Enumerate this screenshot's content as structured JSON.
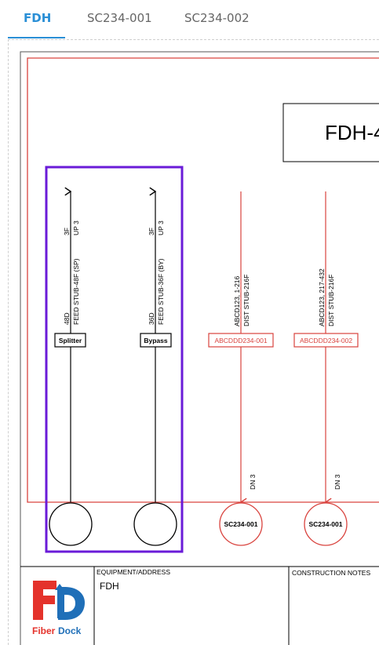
{
  "tabs": [
    {
      "label": "FDH",
      "active": true
    },
    {
      "label": "SC234-001",
      "active": false
    },
    {
      "label": "SC234-002",
      "active": false
    }
  ],
  "diagram": {
    "title_partial": "FDH-4",
    "feeds": [
      {
        "tag": "Splitter",
        "label_outer": "FEED STUB-48F (SP)",
        "label_inner": "48D",
        "top_outer": "UP 3",
        "top_inner": "3F"
      },
      {
        "tag": "Bypass",
        "label_outer": "FEED STUB-36F (BY)",
        "label_inner": "36D",
        "top_outer": "UP 3",
        "top_inner": "3F"
      }
    ],
    "dists": [
      {
        "tag": "ABCDDD234-001",
        "label_outer": "DIST STUB-216F",
        "label_inner": "ABCD123, 1-216",
        "down": "DN 3",
        "node": "SC234-001"
      },
      {
        "tag": "ABCDDD234-002",
        "label_outer": "DIST STUB-216F",
        "label_inner": "ABCD123, 217-432",
        "down": "DN 3",
        "node": "SC234-001"
      }
    ]
  },
  "titleblock": {
    "logo_fiber": "Fiber",
    "logo_dock": "Dock",
    "equipment_label": "EQUIPMENT/ADDRESS",
    "equipment_value": "FDH",
    "notes_label": "CONSTRUCTION NOTES"
  },
  "colors": {
    "accent_blue": "#2a8fd6",
    "red": "#d9433e",
    "purple": "#6a1bd8",
    "logo_red": "#e4322b",
    "logo_blue": "#1f6fb8"
  }
}
